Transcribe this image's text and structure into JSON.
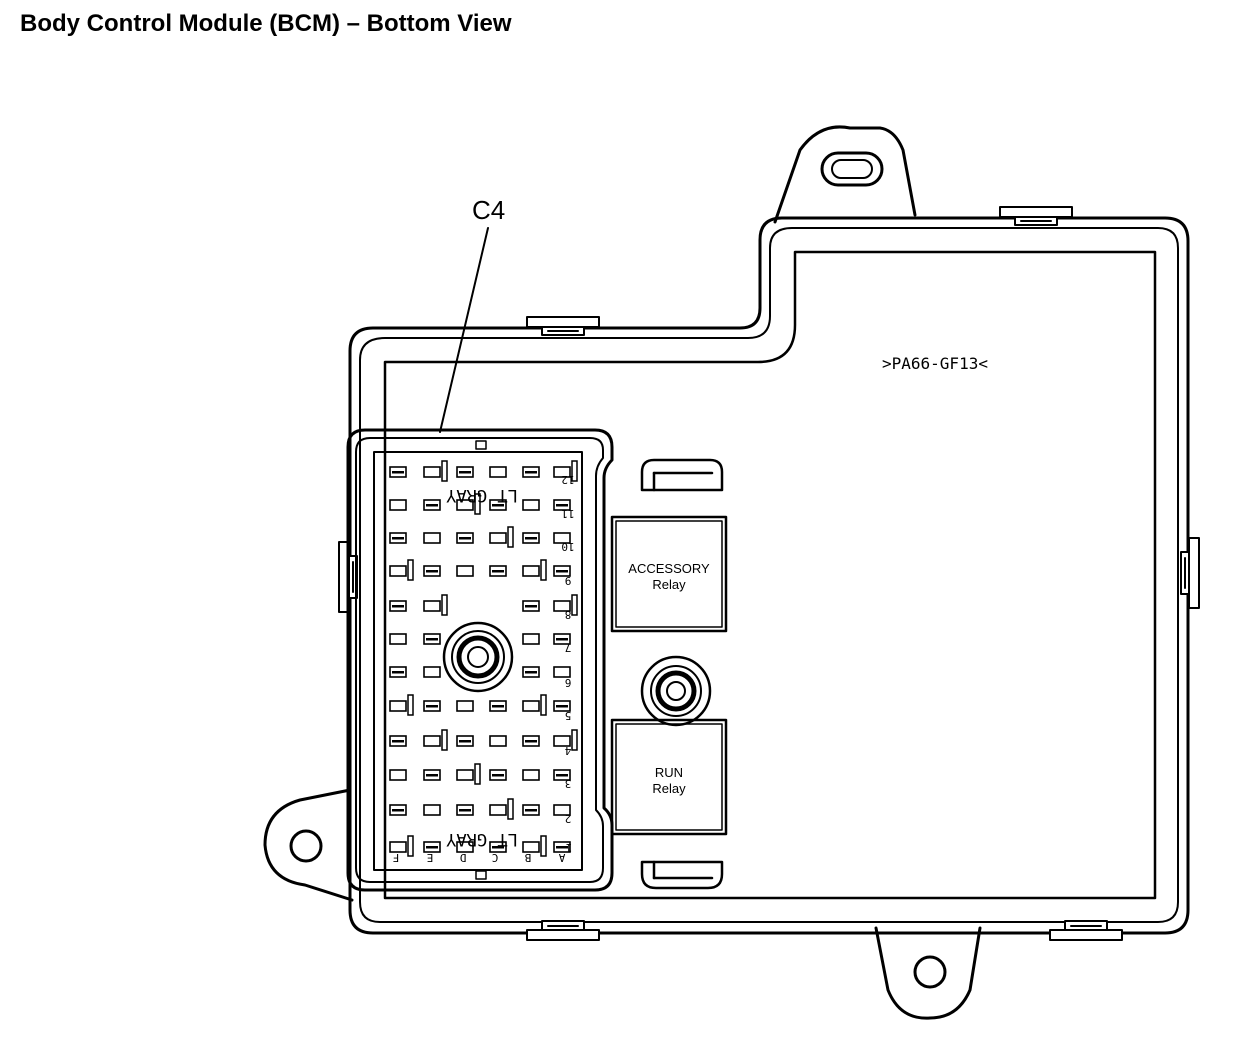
{
  "title": "Body Control Module (BCM) – Bottom View",
  "callout": "C4",
  "material_marking": ">PA66-GF13<",
  "connector_label": "LT GRAY",
  "relays": {
    "accessory": {
      "line1": "ACCESSORY",
      "line2": "Relay"
    },
    "run": {
      "line1": "RUN",
      "line2": "Relay"
    }
  },
  "row_numbers": [
    "12",
    "11",
    "10",
    "9",
    "8",
    "7",
    "6",
    "5",
    "4",
    "3",
    "2"
  ],
  "column_letters": [
    "F",
    "E",
    "D",
    "C",
    "B",
    "A"
  ],
  "row_one_number": "1"
}
